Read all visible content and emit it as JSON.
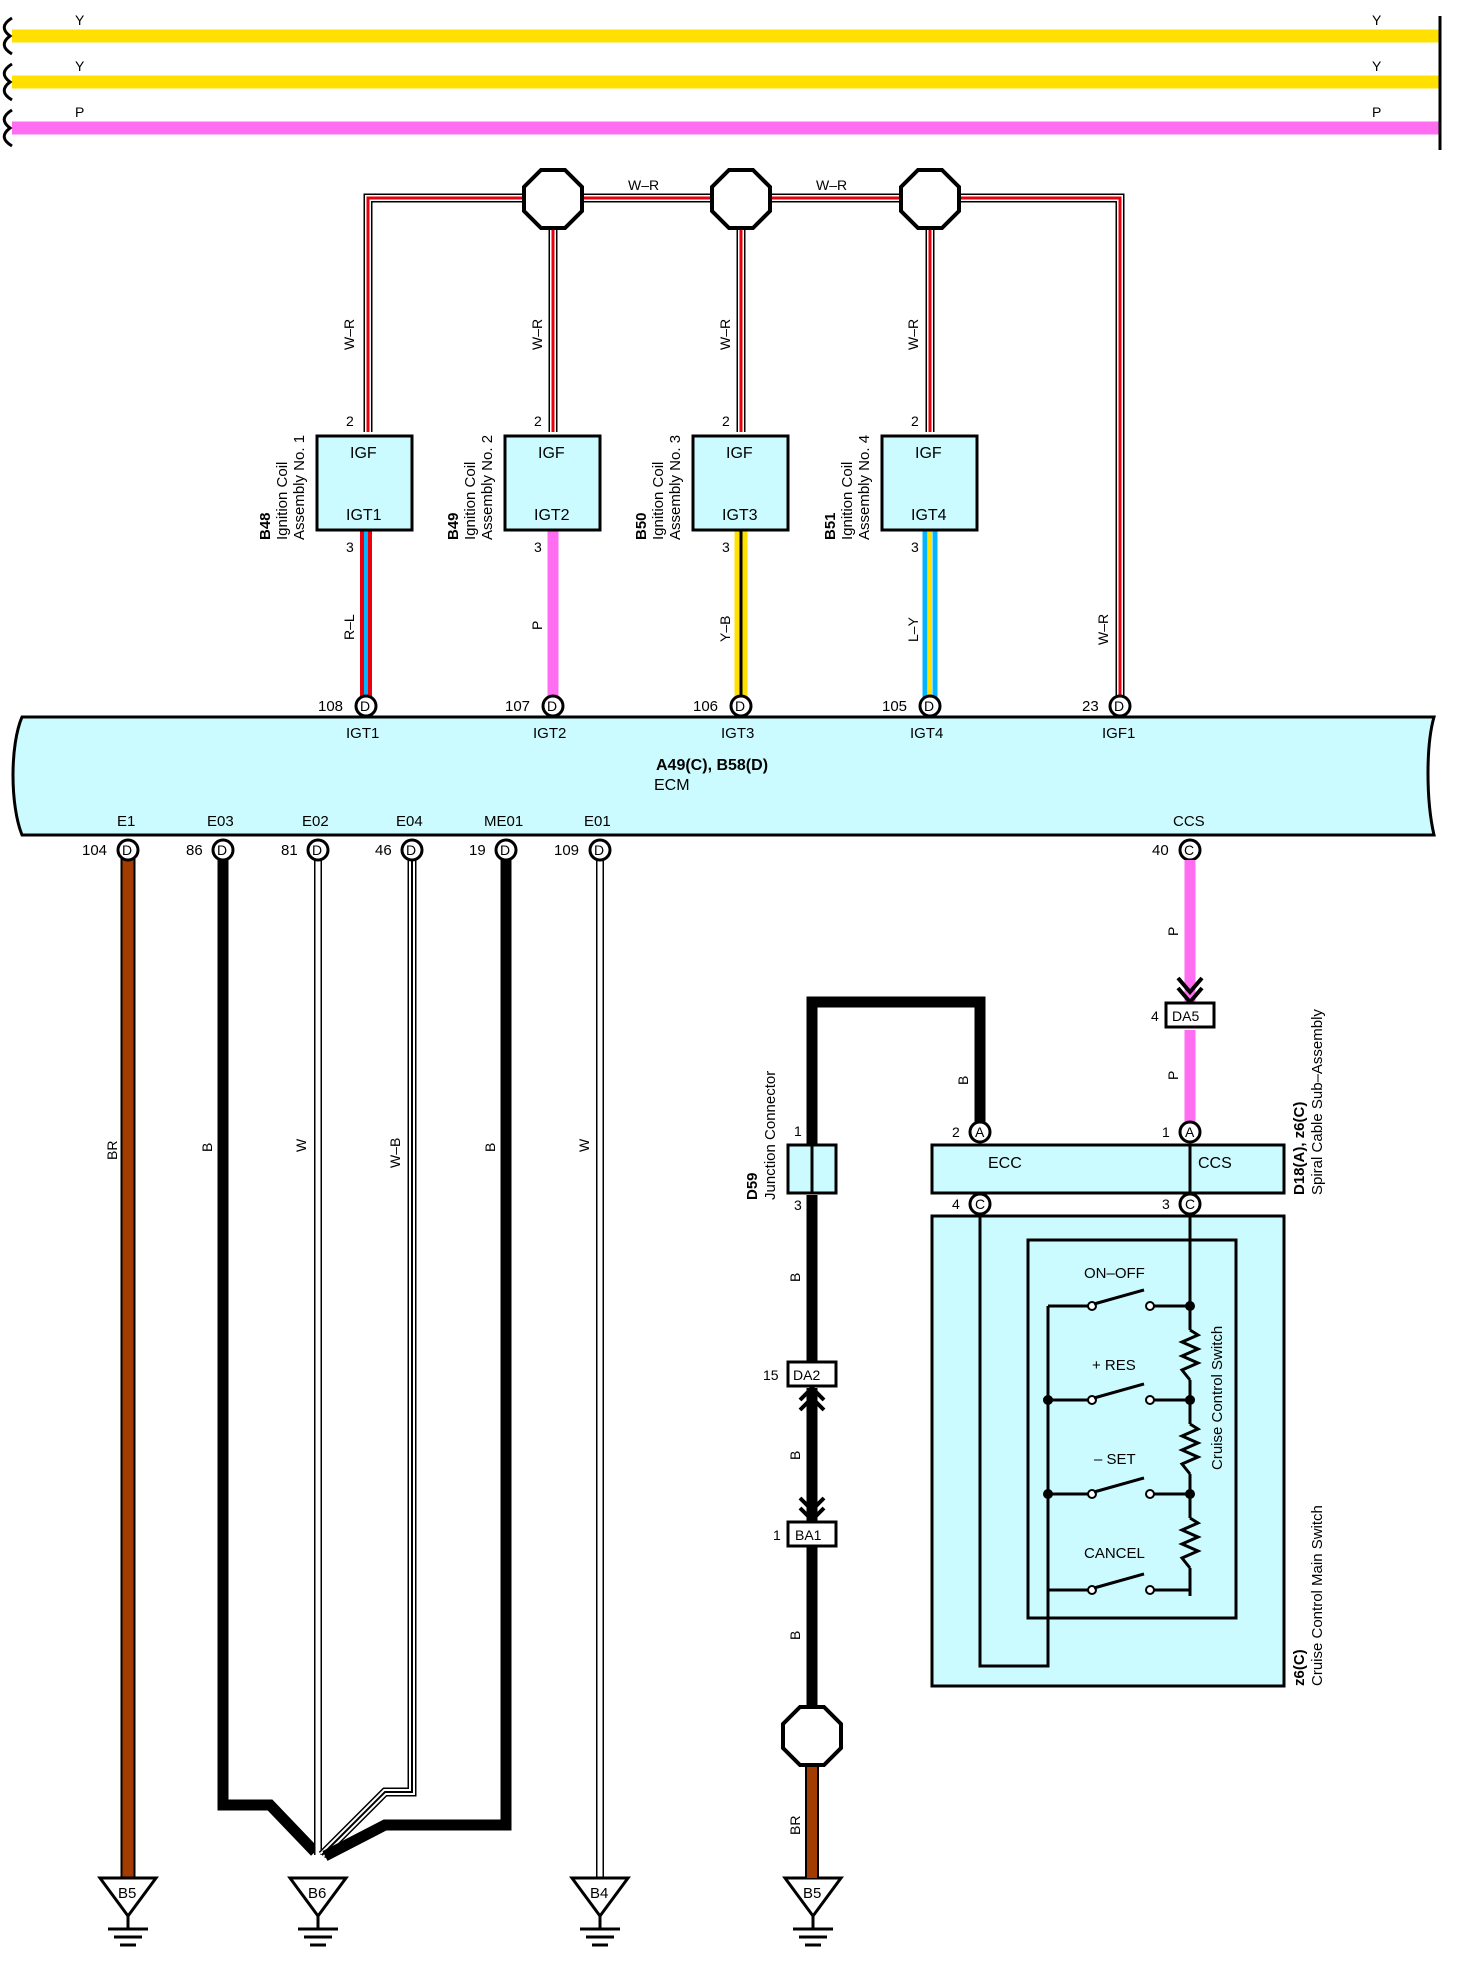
{
  "colors": {
    "yellow": "#ffe000",
    "pink": "#ff6ef0",
    "red": "#e8000c",
    "blue": "#00b4ff",
    "cyan": "#7ff2ff",
    "brown": "#a33c00",
    "black": "#000000",
    "box": "#ccfbff"
  },
  "bus": {
    "line1_left": "Y",
    "line1_right": "Y",
    "line2_left": "Y",
    "line2_right": "Y",
    "line3_left": "P",
    "line3_right": "P"
  },
  "wire_labels": {
    "top_wr_1": "W–R",
    "top_wr_2": "W–R",
    "c1_top": "W–R",
    "c2_top": "W–R",
    "c3_top": "W–R",
    "c4_top": "W–R",
    "c1_bottom": "R–L",
    "c2_bottom": "P",
    "c3_bottom": "Y–B",
    "c4_bottom": "L–Y",
    "igf1_wire": "W–R",
    "e1": "BR",
    "e03": "B",
    "e02": "W",
    "e04": "W–B",
    "me01": "B",
    "e01": "W",
    "ccs_upper": "P",
    "ccs_lower": "P",
    "ecc_wire": "B",
    "jc_b1": "B",
    "jc_b2": "B",
    "jc_b3": "B",
    "jc_br": "BR"
  },
  "coils": [
    {
      "code": "B48",
      "name1": "Ignition Coil",
      "name2": "Assembly No. 1",
      "top_label": "IGF",
      "bottom_label": "IGT1",
      "pin_top": "2",
      "pin_bottom": "3"
    },
    {
      "code": "B49",
      "name1": "Ignition Coil",
      "name2": "Assembly No. 2",
      "top_label": "IGF",
      "bottom_label": "IGT2",
      "pin_top": "2",
      "pin_bottom": "3"
    },
    {
      "code": "B50",
      "name1": "Ignition Coil",
      "name2": "Assembly No. 3",
      "top_label": "IGF",
      "bottom_label": "IGT3",
      "pin_top": "2",
      "pin_bottom": "3"
    },
    {
      "code": "B51",
      "name1": "Ignition Coil",
      "name2": "Assembly No. 4",
      "top_label": "IGF",
      "bottom_label": "IGT4",
      "pin_top": "2",
      "pin_bottom": "3"
    }
  ],
  "ecm": {
    "code": "A49(C), B58(D)",
    "name": "ECM",
    "top_pins": [
      {
        "num": "108",
        "conn": "D",
        "label": "IGT1"
      },
      {
        "num": "107",
        "conn": "D",
        "label": "IGT2"
      },
      {
        "num": "106",
        "conn": "D",
        "label": "IGT3"
      },
      {
        "num": "105",
        "conn": "D",
        "label": "IGT4"
      },
      {
        "num": "23",
        "conn": "D",
        "label": "IGF1"
      }
    ],
    "bottom_pins": [
      {
        "num": "104",
        "conn": "D",
        "label": "E1"
      },
      {
        "num": "86",
        "conn": "D",
        "label": "E03"
      },
      {
        "num": "81",
        "conn": "D",
        "label": "E02"
      },
      {
        "num": "46",
        "conn": "D",
        "label": "E04"
      },
      {
        "num": "19",
        "conn": "D",
        "label": "ME01"
      },
      {
        "num": "109",
        "conn": "D",
        "label": "E01"
      },
      {
        "num": "40",
        "conn": "C",
        "label": "CCS"
      }
    ]
  },
  "da5": {
    "label": "DA5",
    "pin": "4"
  },
  "spiral": {
    "code": "D18(A), z6(C)",
    "name": "Spiral Cable Sub–Assembly",
    "ecc_label": "ECC",
    "ccs_label": "CCS",
    "ecc_pin": "2",
    "ecc_conn": "A",
    "ccs_pin": "1",
    "ccs_conn": "A",
    "ecc_out_pin": "4",
    "ecc_out_conn": "C",
    "ccs_out_pin": "3",
    "ccs_out_conn": "C"
  },
  "junction": {
    "code": "D59",
    "name": "Junction Connector",
    "pin_top": "1",
    "pin_bottom": "3"
  },
  "da2": {
    "label": "DA2",
    "pin": "15"
  },
  "ba1": {
    "label": "BA1",
    "pin": "1"
  },
  "cruise": {
    "code": "z6(C)",
    "name": "Cruise Control Main Switch",
    "inner_name": "Cruise Control Switch",
    "switches": [
      "ON–OFF",
      "+ RES",
      "– SET",
      "CANCEL"
    ]
  },
  "grounds": {
    "g1": "B5",
    "g2": "B6",
    "g3": "B4",
    "g4": "B5"
  }
}
